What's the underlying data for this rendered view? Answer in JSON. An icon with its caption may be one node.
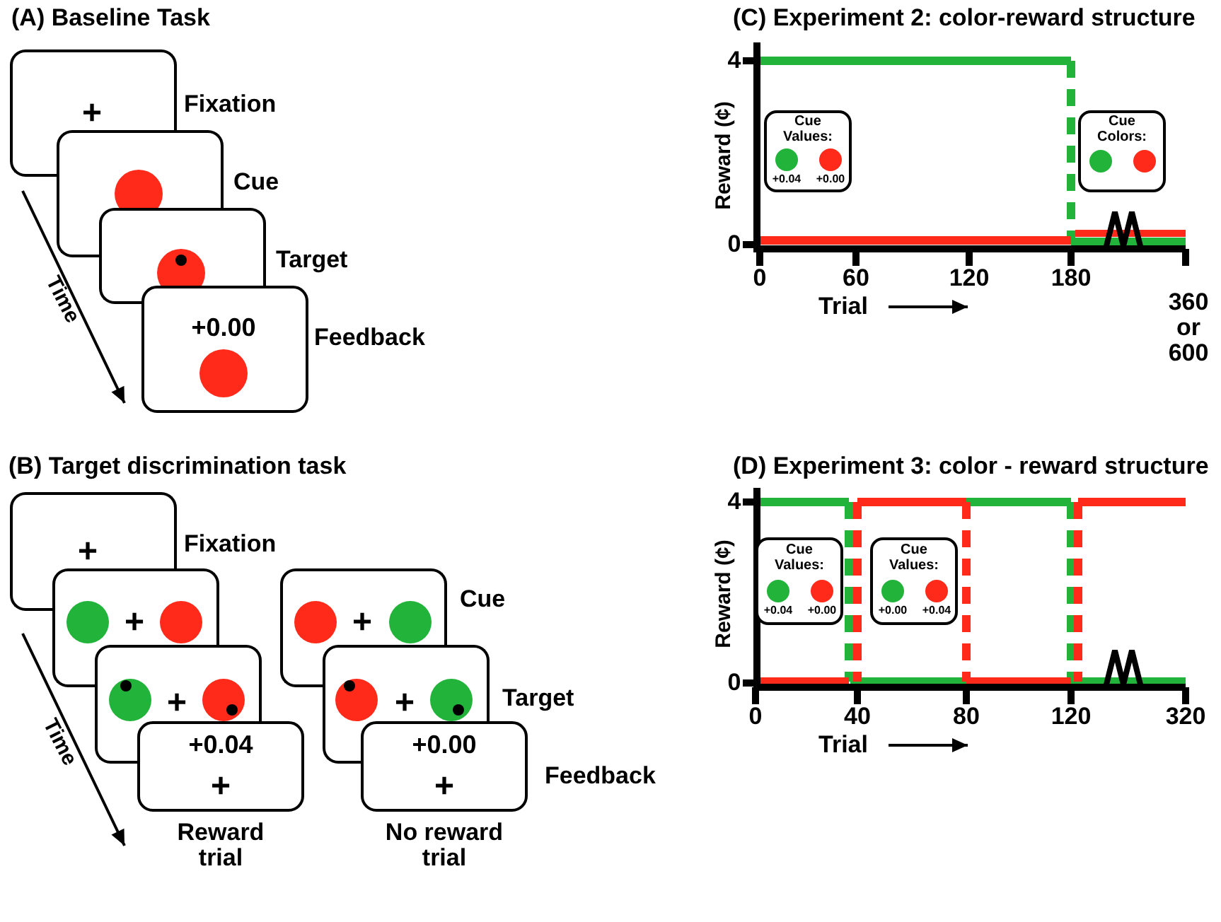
{
  "diagram": {
    "nodes": [
      {
        "text": [
          "+"
        ],
        "beside": [
          "Fixation"
        ]
      },
      {
        "text": [],
        "shape": "box",
        "beside": [
          "Cue"
        ]
      },
      {
        "text": [],
        "shape": "box",
        "beside": [
          "Target"
        ]
      },
      {
        "text": [
          "+0.00"
        ],
        "beside": [
          "Feedback"
        ]
      },
      {
        "text": [
          "+"
        ],
        "beside": [
          "Fixation"
        ]
      },
      {
        "text": [
          "+"
        ]
      },
      {
        "text": [
          "+"
        ]
      },
      {
        "text": [
          "+0.04",
          "+"
        ],
        "beside": [
          "Reward trial"
        ]
      },
      {
        "text": [
          "+"
        ],
        "beside": [
          "Cue"
        ]
      },
      {
        "text": [
          "+"
        ],
        "beside": [
          "Target"
        ]
      },
      {
        "text": [
          "+0.00",
          "+"
        ],
        "beside": [
          "No reward trial",
          "Feedback"
        ]
      },
      {
        "text": [
          "Cue Values:",
          "+0.04",
          "+0.00"
        ]
      },
      {
        "text": [
          "Cue Colors:"
        ]
      },
      {
        "text": [
          "Cue Values:",
          "+0.04",
          "+0.00"
        ]
      },
      {
        "text": [
          "Cue Values:",
          "+0.00",
          "+0.04"
        ]
      }
    ],
    "labels": [
      "(A) Baseline Task",
      "Time",
      "(B) Target discrimination task",
      "Time",
      "(C) Experiment 2: color-reward structure",
      "Reward (¢)",
      "4",
      "0",
      "0",
      "60",
      "120",
      "180",
      "360 or 600",
      "Trial",
      "(D) Experiment 3: color - reward structure",
      "Reward (¢)",
      "4",
      "0",
      "0",
      "40",
      "80",
      "120",
      "320",
      "Trial"
    ]
  }
}
